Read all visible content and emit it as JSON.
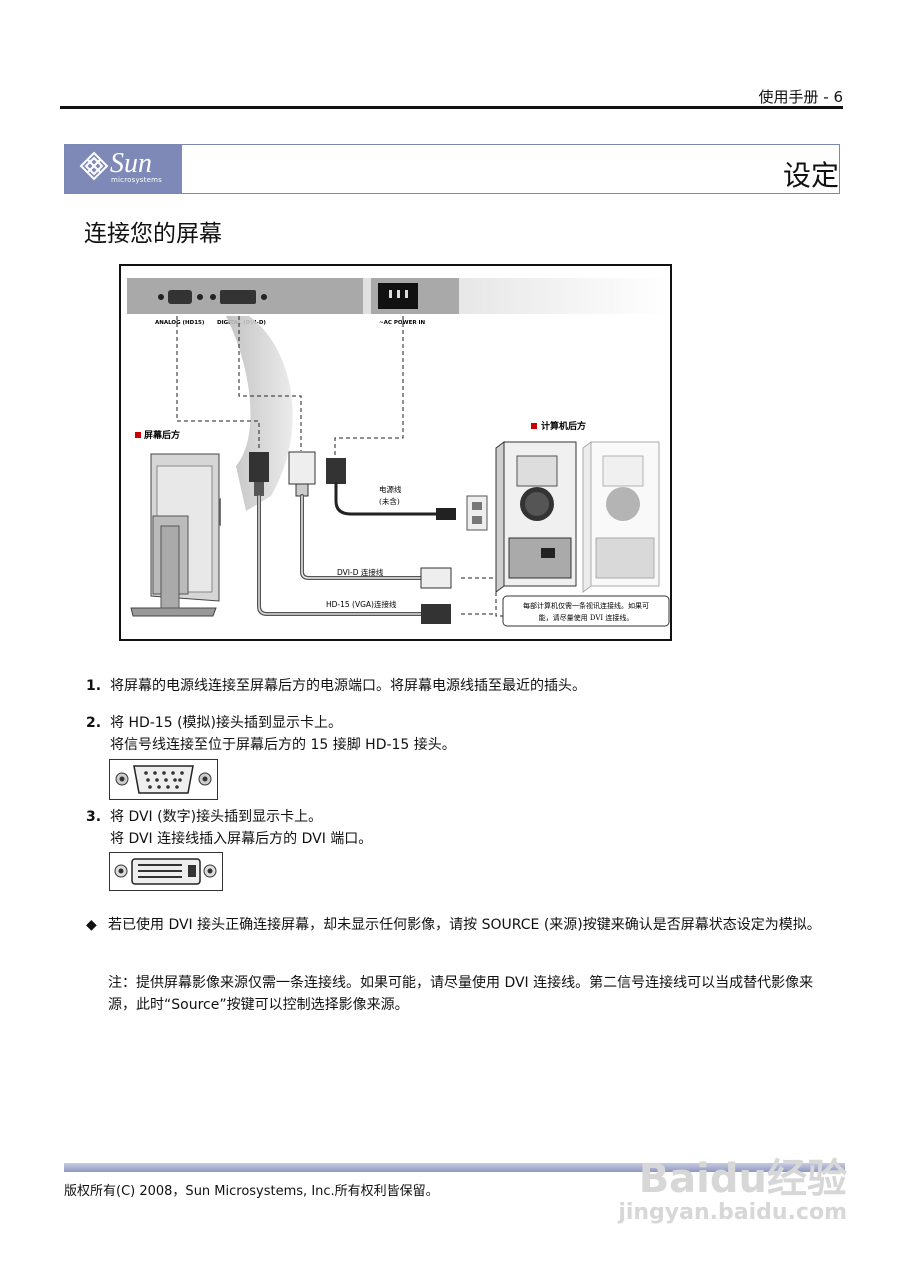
{
  "header": {
    "text": "使用手册  - 6"
  },
  "brand": {
    "logo_text": "Sun",
    "logo_sub": "microsystems"
  },
  "section": {
    "title": "设定"
  },
  "page": {
    "heading": "连接您的屏幕"
  },
  "diagram": {
    "port_analog": "ANALOG (HD15)",
    "port_digital": "DIGITAL (DVI-D)",
    "port_power": "~AC POWER IN",
    "monitor_back": "屏幕后方",
    "computer_back": "计算机后方",
    "power_cord": "电源线",
    "power_cord_note": "(未含)",
    "dvi_cable": "DVI-D 连接线",
    "vga_cable": "HD-15 (VGA)连接线",
    "callout_line1": "每部计算机仅需一条视讯连接线。如果可",
    "callout_line2": "能，请尽量使用 DVI 连接线。"
  },
  "steps": [
    {
      "num": "1.",
      "line1": "将屏幕的电源线连接至屏幕后方的电源端口。将屏幕电源线插至最近的插头。"
    },
    {
      "num": "2.",
      "line1": "将 HD-15 (模拟)接头插到显示卡上。",
      "line2": "将信号线连接至位于屏幕后方的 15 接脚 HD-15 接头。"
    },
    {
      "num": "3.",
      "line1": "将 DVI (数字)接头插到显示卡上。",
      "line2": "将 DVI 连接线插入屏幕后方的 DVI 端口。"
    }
  ],
  "bullet": {
    "text": "若已使用 DVI 接头正确连接屏幕，却未显示任何影像，请按 SOURCE (来源)按键来确认是否屏幕状态设定为模拟。"
  },
  "note": {
    "text": "注：提供屏幕影像来源仅需一条连接线。如果可能，请尽量使用 DVI 连接线。第二信号连接线可以当成替代影像来源，此时“Source”按键可以控制选择影像来源。"
  },
  "footer": {
    "text": "版权所有(C) 2008，Sun Microsystems, Inc.所有权利皆保留。"
  },
  "watermark": {
    "brand": "Baidu经验",
    "url": "jingyan.baidu.com"
  }
}
